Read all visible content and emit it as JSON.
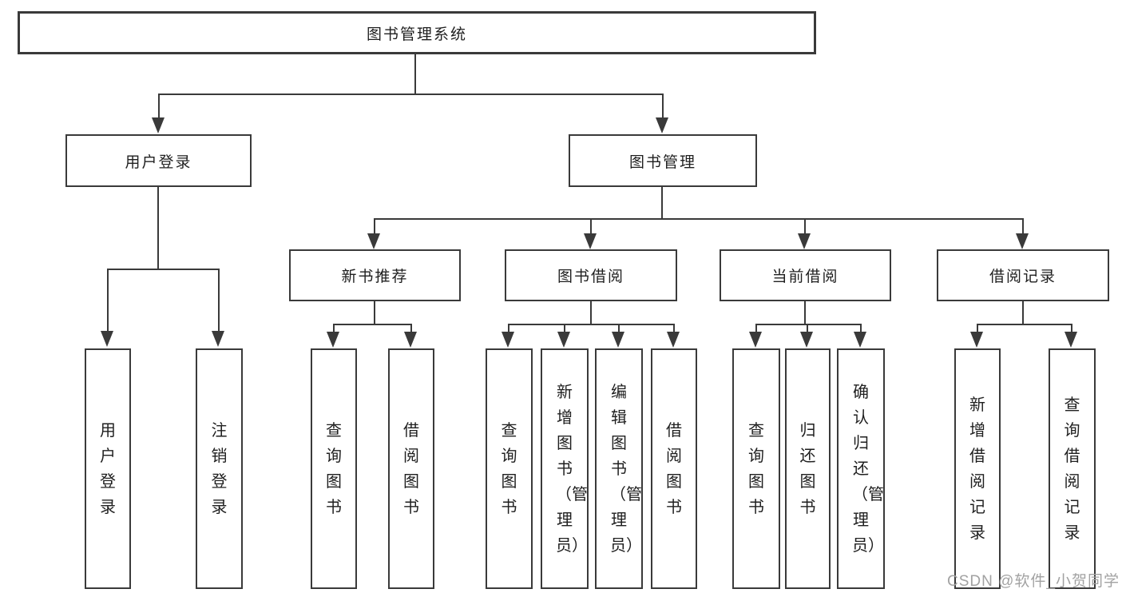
{
  "diagram": {
    "type": "hierarchy-tree",
    "root": {
      "label": "图书管理系统"
    },
    "branches": [
      {
        "label": "用户登录",
        "children": [
          {
            "label": "用户登录"
          },
          {
            "label": "注销登录"
          }
        ]
      },
      {
        "label": "图书管理",
        "children": [
          {
            "label": "新书推荐",
            "children": [
              {
                "label": "查询图书"
              },
              {
                "label": "借阅图书"
              }
            ]
          },
          {
            "label": "图书借阅",
            "children": [
              {
                "label": "查询图书"
              },
              {
                "label": "新增图书（管理员）"
              },
              {
                "label": "编辑图书（管理员）"
              },
              {
                "label": "借阅图书"
              }
            ]
          },
          {
            "label": "当前借阅",
            "children": [
              {
                "label": "查询图书"
              },
              {
                "label": "归还图书"
              },
              {
                "label": "确认归还（管理员）"
              }
            ]
          },
          {
            "label": "借阅记录",
            "children": [
              {
                "label": "新增借阅记录"
              },
              {
                "label": "查询借阅记录"
              }
            ]
          }
        ]
      }
    ],
    "watermark": "CSDN @软件_小贺同学",
    "colors": {
      "line": "#3a3a3a",
      "text": "#1f1f1f",
      "box_background": "#ffffff",
      "watermark": "#a2a2a2"
    }
  }
}
